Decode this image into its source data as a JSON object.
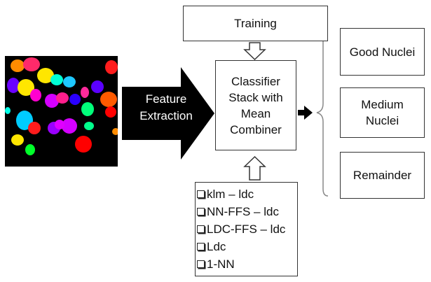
{
  "feature_extraction": "Feature\nExtraction",
  "training": "Training",
  "classifier": "Classifier\nStack with\nMean\nCombiner",
  "outputs": {
    "good": "Good Nuclei",
    "medium": "Medium\nNuclei",
    "remainder": "Remainder"
  },
  "methods": [
    "klm – ldc",
    "NN-FFS – ldc",
    "LDC-FFS – ldc",
    "Ldc",
    "1-NN"
  ],
  "icons": {
    "checkbox": "checkbox-icon"
  },
  "colors": {
    "stroke": "#333333",
    "nuclei_background": "#000000",
    "big_arrow": "#000000"
  }
}
